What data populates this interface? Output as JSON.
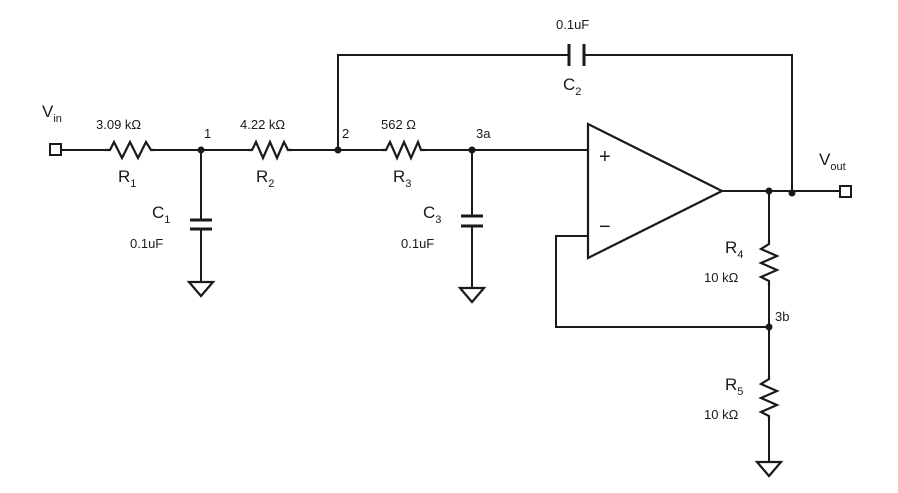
{
  "terminals": {
    "input": {
      "main": "V",
      "sub": "in"
    },
    "output": {
      "main": "V",
      "sub": "out"
    }
  },
  "nodes": {
    "n1": "1",
    "n2": "2",
    "n3a": "3a",
    "n3b": "3b"
  },
  "components": {
    "R1": {
      "letter": "R",
      "index": "1",
      "value": "3.09 kΩ"
    },
    "R2": {
      "letter": "R",
      "index": "2",
      "value": "4.22 kΩ"
    },
    "R3": {
      "letter": "R",
      "index": "3",
      "value": "562 Ω"
    },
    "R4": {
      "letter": "R",
      "index": "4",
      "value": "10 kΩ"
    },
    "R5": {
      "letter": "R",
      "index": "5",
      "value": "10 kΩ"
    },
    "C1": {
      "letter": "C",
      "index": "1",
      "value": "0.1uF"
    },
    "C2": {
      "letter": "C",
      "index": "2",
      "value": "0.1uF"
    },
    "C3": {
      "letter": "C",
      "index": "3",
      "value": "0.1uF"
    }
  },
  "opamp": {
    "plus": "+",
    "minus": "−"
  }
}
